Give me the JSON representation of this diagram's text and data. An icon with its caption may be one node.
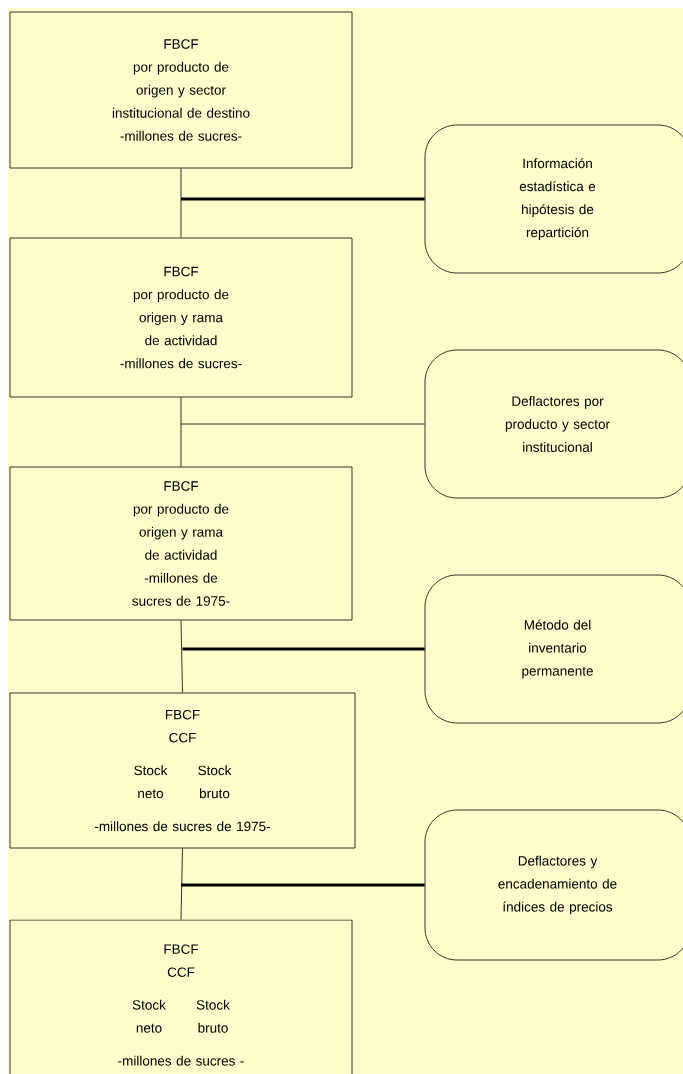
{
  "diagram": {
    "nodes": [
      {
        "text": [
          "FBCF",
          "por producto de origen y sector institucional de destino",
          "-millones de sucres-"
        ]
      },
      {
        "text": [
          "Información estadística e hipótesis de repartición"
        ]
      },
      {
        "text": [
          "FBCF",
          "por producto de origen y rama de actividad",
          "-millones de sucres-"
        ]
      },
      {
        "text": [
          "Deflactores por producto y sector institucional"
        ]
      },
      {
        "text": [
          "FBCF",
          "por producto de origen y rama de actividad",
          "-millones de sucres de 1975-"
        ]
      },
      {
        "text": [
          "Método del inventario permanente"
        ]
      },
      {
        "text": [
          "FBCF",
          "CCF",
          "Stock neto",
          "Stock bruto",
          "-millones de sucres de 1975-"
        ]
      },
      {
        "text": [
          "Deflactores y encadenamiento de índices de precios"
        ]
      },
      {
        "text": [
          "FBCF",
          "CCF",
          "Stock neto",
          "Stock bruto",
          "-millones de sucres -"
        ]
      }
    ],
    "edges": [
      {
        "from": 0,
        "to": 2,
        "arrow": "none"
      },
      {
        "from": 1,
        "to": null,
        "arrow": "none",
        "style": "thick"
      },
      {
        "from": 2,
        "to": 4,
        "arrow": "none"
      },
      {
        "from": 3,
        "to": null,
        "arrow": "none"
      },
      {
        "from": 4,
        "to": 6,
        "arrow": "none"
      },
      {
        "from": 5,
        "to": null,
        "arrow": "none",
        "style": "thick"
      },
      {
        "from": 6,
        "to": 8,
        "arrow": "none"
      },
      {
        "from": 7,
        "to": null,
        "arrow": "none",
        "style": "thick"
      }
    ]
  }
}
